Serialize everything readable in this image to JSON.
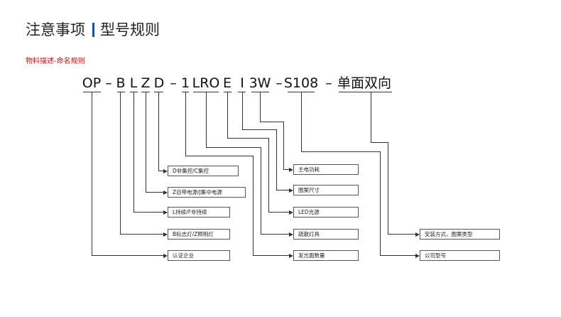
{
  "header": {
    "title_left": "注意事项",
    "title_right": "型号规则"
  },
  "subtitle": "物料描述-命名规则",
  "code_tokens": [
    {
      "text": "OP"
    },
    {
      "text": "–"
    },
    {
      "text": "B"
    },
    {
      "text": "L"
    },
    {
      "text": "Z"
    },
    {
      "text": "D"
    },
    {
      "text": "–"
    },
    {
      "text": "1"
    },
    {
      "text": "LRO"
    },
    {
      "text": "E"
    },
    {
      "text": "I"
    },
    {
      "text": "3W"
    },
    {
      "text": "–"
    },
    {
      "text": "S108"
    },
    {
      "text": "–"
    },
    {
      "text": "单面双向"
    }
  ],
  "labels": [
    {
      "text": "D非集控/C集控"
    },
    {
      "text": "Z自带电源/J集中电源"
    },
    {
      "text": "L持续/F非持续"
    },
    {
      "text": "B标志灯/Z照明灯"
    },
    {
      "text": "认证企业"
    },
    {
      "text": "主电功耗"
    },
    {
      "text": "图案尺寸"
    },
    {
      "text": "LED光源"
    },
    {
      "text": "疏散灯具"
    },
    {
      "text": "发光面数量"
    },
    {
      "text": "安装方式、图案类型"
    },
    {
      "text": "公司型号"
    }
  ]
}
